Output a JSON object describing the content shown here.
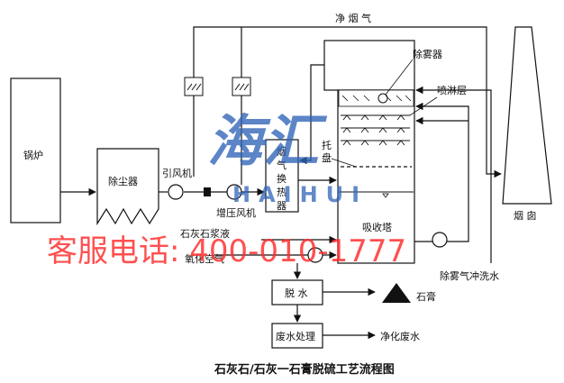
{
  "diagram": {
    "title": "石灰石/石灰一石膏脱硫工艺流程图",
    "labels": {
      "boiler": "锅炉",
      "dust_collector": "除尘器",
      "induced_fan": "引风机",
      "booster_fan": "增压风机",
      "gas_heater": "烟气换热器",
      "clean_gas": "净 烟 气",
      "demister": "除雾器",
      "spray_layer": "喷淋层",
      "tray": "托盘",
      "absorber": "吸收塔",
      "chimney": "烟 囱",
      "limestone_slurry": "石灰石浆液",
      "oxidation_air": "氧化空气",
      "demister_wash": "除雾气冲洗水",
      "dewatering": "脱 水",
      "gypsum": "石膏",
      "wastewater": "废水处理",
      "clean_wastewater": "净化废水"
    }
  },
  "watermark": {
    "logo": "海汇",
    "brand_en": "HAIHUI",
    "hotline": "客服电话: 400-010-1777",
    "color": "#2f64b8",
    "hotline_color": "#ff2a2a"
  }
}
